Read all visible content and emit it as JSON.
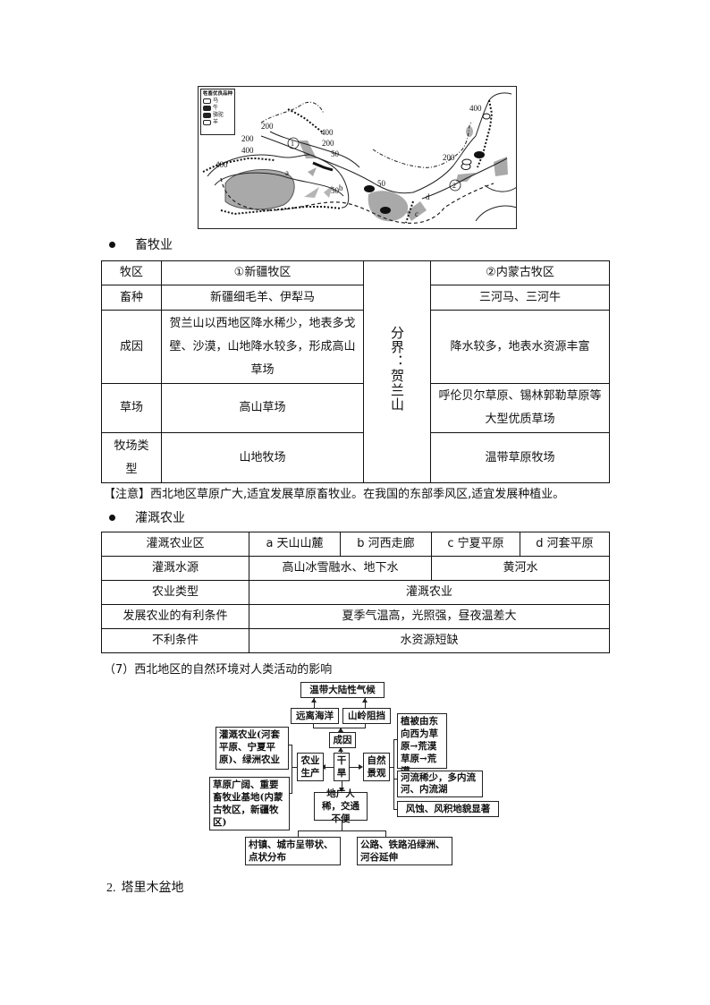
{
  "map": {
    "legend_title": "牲畜优良品种",
    "legend_items": [
      {
        "icon": "horse-icon",
        "label": "马"
      },
      {
        "icon": "cattle-icon",
        "label": "牛"
      },
      {
        "icon": "camel-icon",
        "label": "骆驼"
      },
      {
        "icon": "sheep-icon",
        "label": "羊"
      }
    ],
    "labels": {
      "region1": "①",
      "region2": "②",
      "a": "a",
      "b": "b",
      "c": "c",
      "d": "d"
    },
    "isohyets": [
      "400",
      "200",
      "400",
      "200",
      "400",
      "200",
      "50",
      "50",
      "50",
      "200",
      "400"
    ]
  },
  "livestock": {
    "heading": "畜牧业",
    "table": {
      "rows": [
        {
          "label": "牧区",
          "xinjiang": "①新疆牧区",
          "neimeng": "②内蒙古牧区"
        },
        {
          "label": "畜种",
          "xinjiang": "新疆细毛羊、伊犁马",
          "neimeng": "三河马、三河牛"
        },
        {
          "label": "成因",
          "xinjiang": "贺兰山以西地区降水稀少，地表多戈壁、沙漠，山地降水较多，形成高山草场",
          "neimeng": "降水较多，地表水资源丰富"
        },
        {
          "label": "草场",
          "xinjiang": "高山草场",
          "neimeng": "呼伦贝尔草原、锡林郭勒草原等大型优质草场"
        },
        {
          "label": "牧场类型",
          "xinjiang": "山地牧场",
          "neimeng": "温带草原牧场"
        }
      ],
      "divider": "分界：贺兰山"
    },
    "note": "【注意】西北地区草原广大,适宜发展草原畜牧业。在我国的东部季风区,适宜发展种植业。"
  },
  "irrigation": {
    "heading": "灌溉农业",
    "table": {
      "header": [
        "灌溉农业区",
        "a 天山山麓",
        "b 河西走廊",
        "c 宁夏平原",
        "d 河套平原"
      ],
      "water_source": {
        "label": "灌溉水源",
        "ab": "高山冰雪融水、地下水",
        "cd": "黄河水"
      },
      "agri_type": {
        "label": "农业类型",
        "value": "灌溉农业"
      },
      "favorable": {
        "label": "发展农业的有利条件",
        "value": "夏季气温高，光照强，昼夜温差大"
      },
      "unfavorable": {
        "label": "不利条件",
        "value": "水资源短缺"
      }
    }
  },
  "impact": {
    "caption": "（7）西北地区的自然环境对人类活动的影响",
    "flow": {
      "climate": "温带大陆性气候",
      "far_ocean": "远离海洋",
      "mountains": "山岭阻挡",
      "cause": "成因",
      "dry": "干旱",
      "agri": "农业生产",
      "nature": "自然景观",
      "irrigation_agri": "灌溉农业(河套平原、宁夏平原)、绿洲农业",
      "grassland": "草原广阔、重要畜牧业基地(内蒙古牧区，新疆牧区)",
      "vegetation": "植被由东向西为草原→荒漠草原→荒漠",
      "rivers": "河流稀少，多内流河、内流湖",
      "wind": "风蚀、风积地貌显著",
      "sparse": "地广人稀，交通不便",
      "towns": "村镇、城市呈带状、点状分布",
      "roads": "公路、铁路沿绿洲、河谷延伸"
    }
  },
  "section2": {
    "number": "2.",
    "title": "塔里木盆地"
  }
}
